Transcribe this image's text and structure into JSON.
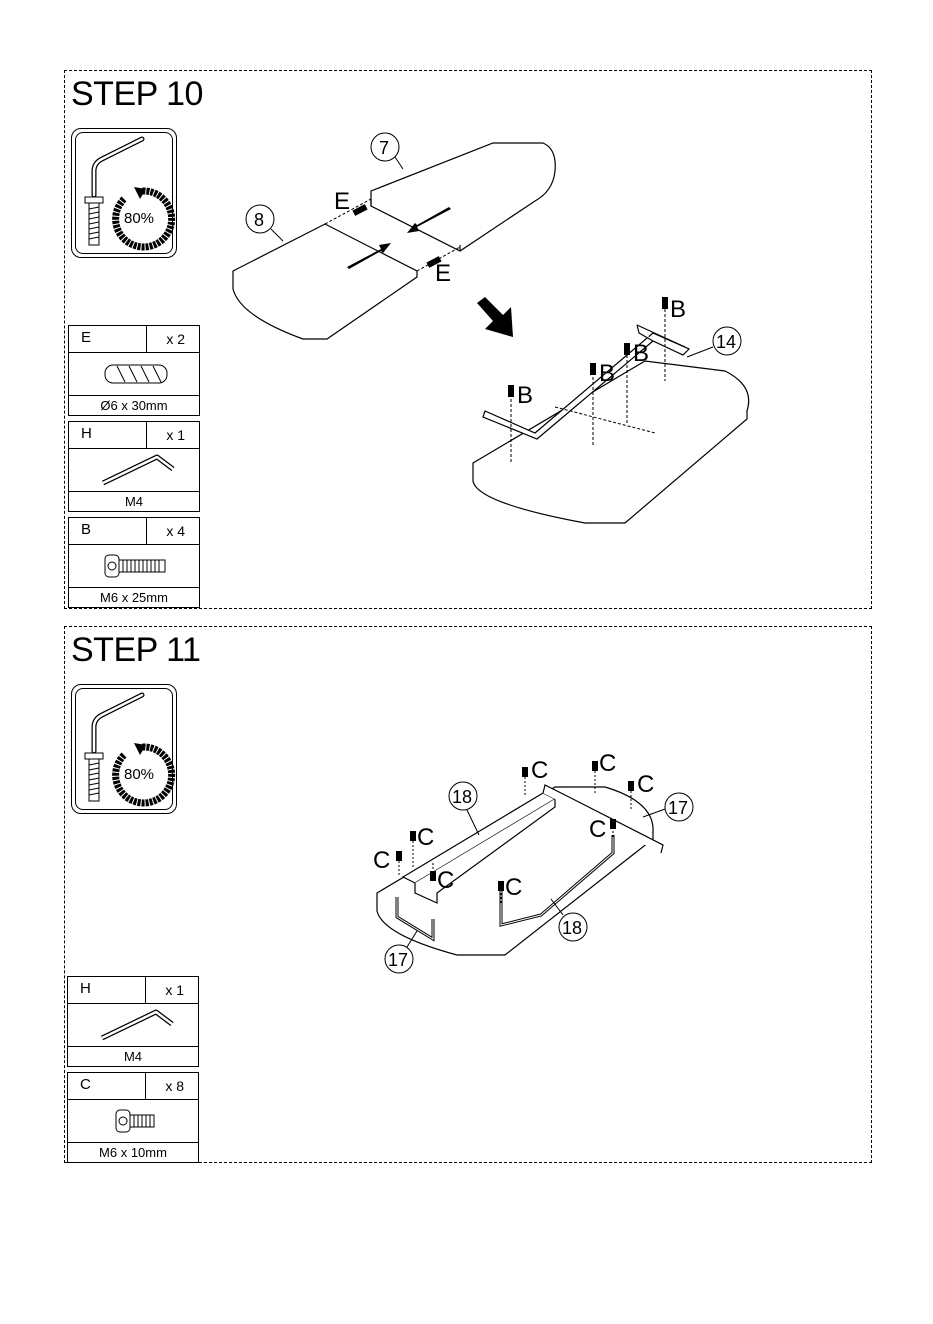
{
  "steps": [
    {
      "title": "STEP 10",
      "torque": "80%",
      "parts": [
        {
          "code": "E",
          "qty": "x 2",
          "spec": "Ø6 x 30mm",
          "icon": "dowel-icon"
        },
        {
          "code": "H",
          "qty": "x 1",
          "spec": "M4",
          "icon": "allen-key-icon"
        },
        {
          "code": "B",
          "qty": "x 4",
          "spec": "M6 x 25mm",
          "icon": "bolt-icon"
        }
      ],
      "callouts": {
        "panel_a": "7",
        "panel_b": "8",
        "frame": "14",
        "dowel": "E",
        "bolt": "B"
      }
    },
    {
      "title": "STEP 11",
      "torque": "80%",
      "parts": [
        {
          "code": "H",
          "qty": "x 1",
          "spec": "M4",
          "icon": "allen-key-icon"
        },
        {
          "code": "C",
          "qty": "x 8",
          "spec": "M6 x 10mm",
          "icon": "short-bolt-icon"
        }
      ],
      "callouts": {
        "rail": "18",
        "leg": "17",
        "bolt": "C"
      }
    }
  ]
}
